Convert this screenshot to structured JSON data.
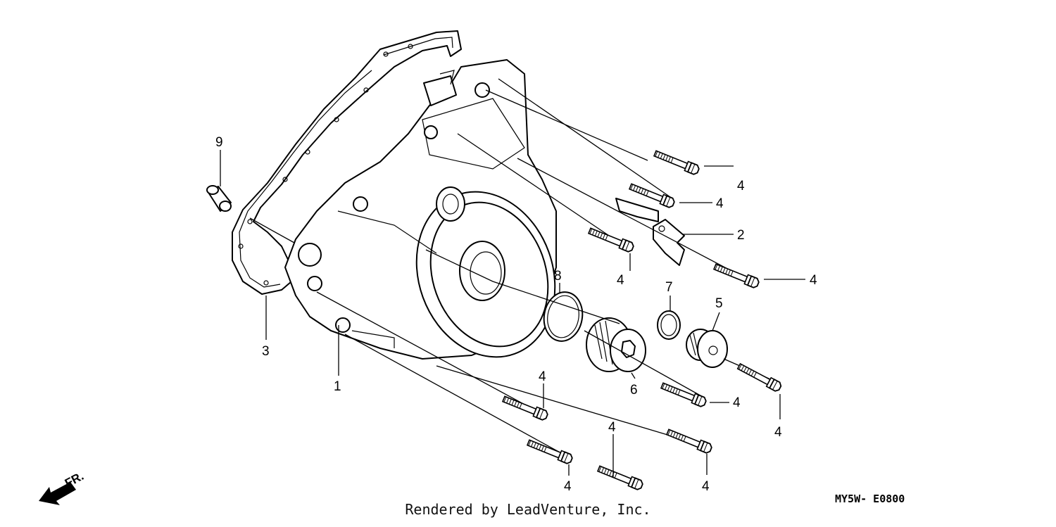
{
  "callouts": {
    "c1": "1",
    "c2": "2",
    "c3": "3",
    "c4": "4",
    "c5": "5",
    "c6": "6",
    "c7": "7",
    "c8": "8",
    "c9": "9"
  },
  "direction_label": "FR.",
  "diagram_code": "MY5W- E0800",
  "footer_text": "Rendered by LeadVenture, Inc."
}
